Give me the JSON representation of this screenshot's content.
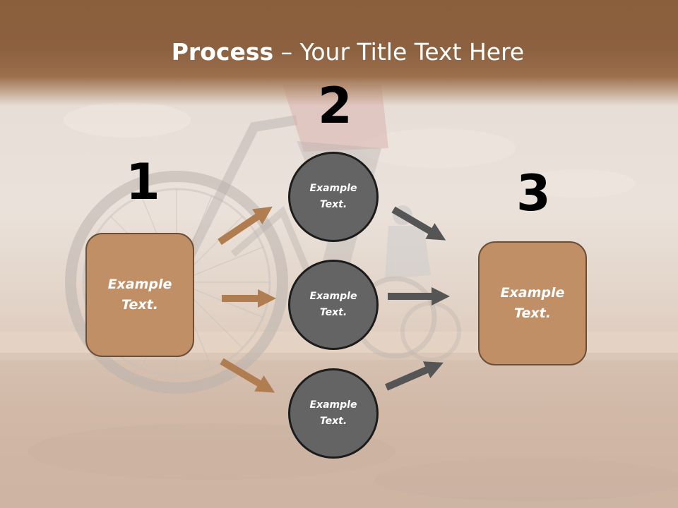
{
  "slide": {
    "title_bold": "Process",
    "title_rest": " – Your Title Text Here"
  },
  "steps": {
    "step1": {
      "number": "1",
      "text": "Example Text."
    },
    "step2": {
      "number": "2",
      "items": [
        {
          "text": "Example Text."
        },
        {
          "text": "Example Text."
        },
        {
          "text": "Example Text."
        }
      ]
    },
    "step3": {
      "number": "3",
      "text": "Example Text."
    }
  },
  "colors": {
    "title_band": "#8a5f3c",
    "box_fill": "#c08f65",
    "box_border": "#6b4f38",
    "circle_fill": "#646464",
    "circle_border": "#1c1c1c",
    "arrow_left": "#b07d50",
    "arrow_right": "#555555"
  }
}
